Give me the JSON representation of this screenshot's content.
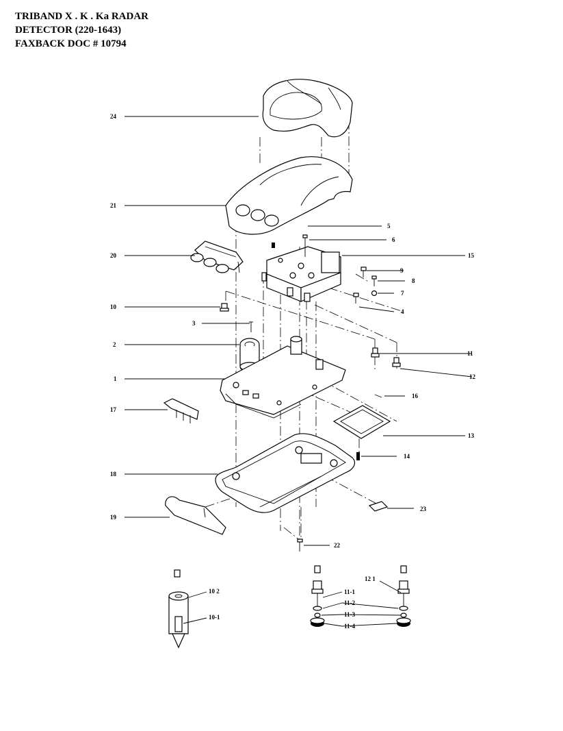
{
  "title": {
    "line1": "TRIBAND X . K . Ka RADAR",
    "line2": "DETECTOR  (220-1643)",
    "line3": "FAXBACK DOC # 10794"
  },
  "callouts": [
    {
      "id": "c24",
      "label": "24"
    },
    {
      "id": "c21",
      "label": "21"
    },
    {
      "id": "c20",
      "label": "20"
    },
    {
      "id": "c10",
      "label": "10"
    },
    {
      "id": "c3",
      "label": "3"
    },
    {
      "id": "c2",
      "label": "2"
    },
    {
      "id": "c1",
      "label": "1"
    },
    {
      "id": "c17",
      "label": "17"
    },
    {
      "id": "c18",
      "label": "18"
    },
    {
      "id": "c19",
      "label": "19"
    },
    {
      "id": "c5",
      "label": "5"
    },
    {
      "id": "c6",
      "label": "6"
    },
    {
      "id": "c15",
      "label": "15"
    },
    {
      "id": "c9",
      "label": "9"
    },
    {
      "id": "c8",
      "label": "8"
    },
    {
      "id": "c7",
      "label": "7"
    },
    {
      "id": "c4",
      "label": "4"
    },
    {
      "id": "c11",
      "label": "11"
    },
    {
      "id": "c12",
      "label": "12"
    },
    {
      "id": "c16",
      "label": "16"
    },
    {
      "id": "c13",
      "label": "13"
    },
    {
      "id": "c14",
      "label": "14"
    },
    {
      "id": "c23",
      "label": "23"
    },
    {
      "id": "c22",
      "label": "22"
    },
    {
      "id": "c10-2",
      "label": "10 2"
    },
    {
      "id": "c10-1",
      "label": "10-1"
    },
    {
      "id": "c11-1",
      "label": "11-1"
    },
    {
      "id": "c11-2",
      "label": "11-2"
    },
    {
      "id": "c11-3",
      "label": "11-3"
    },
    {
      "id": "c11-4",
      "label": "11-4"
    },
    {
      "id": "c12-1",
      "label": "12 1"
    }
  ]
}
